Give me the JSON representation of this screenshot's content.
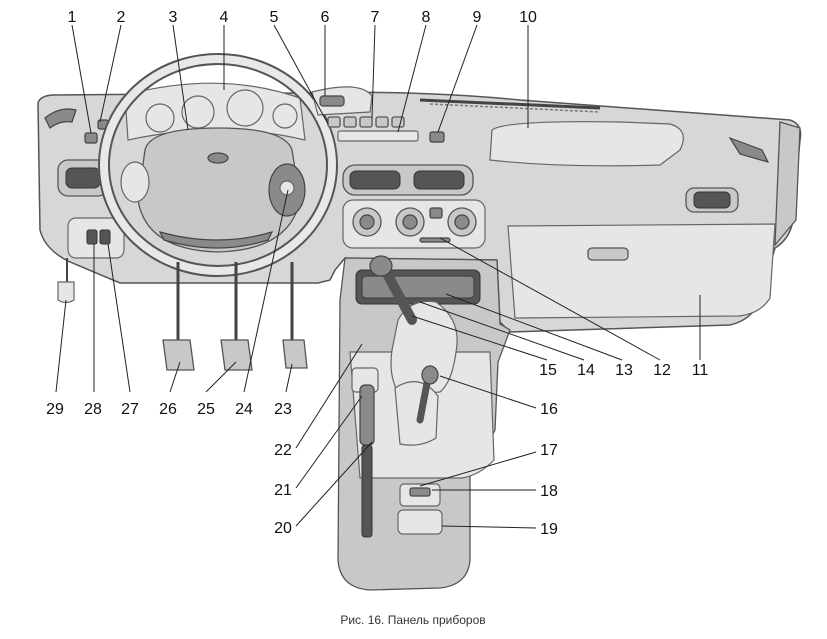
{
  "figure": {
    "caption": "Рис. 16. Панель приборов"
  },
  "callouts": [
    {
      "id": "c1",
      "label": "1"
    },
    {
      "id": "c2",
      "label": "2"
    },
    {
      "id": "c3",
      "label": "3"
    },
    {
      "id": "c4",
      "label": "4"
    },
    {
      "id": "c5",
      "label": "5"
    },
    {
      "id": "c6",
      "label": "6"
    },
    {
      "id": "c7",
      "label": "7"
    },
    {
      "id": "c8",
      "label": "8"
    },
    {
      "id": "c9",
      "label": "9"
    },
    {
      "id": "c10",
      "label": "10"
    },
    {
      "id": "c11",
      "label": "11"
    },
    {
      "id": "c12",
      "label": "12"
    },
    {
      "id": "c13",
      "label": "13"
    },
    {
      "id": "c14",
      "label": "14"
    },
    {
      "id": "c15",
      "label": "15"
    },
    {
      "id": "c16",
      "label": "16"
    },
    {
      "id": "c17",
      "label": "17"
    },
    {
      "id": "c18",
      "label": "18"
    },
    {
      "id": "c19",
      "label": "19"
    },
    {
      "id": "c20",
      "label": "20"
    },
    {
      "id": "c21",
      "label": "21"
    },
    {
      "id": "c22",
      "label": "22"
    },
    {
      "id": "c23",
      "label": "23"
    },
    {
      "id": "c24",
      "label": "24"
    },
    {
      "id": "c25",
      "label": "25"
    },
    {
      "id": "c26",
      "label": "26"
    },
    {
      "id": "c27",
      "label": "27"
    },
    {
      "id": "c28",
      "label": "28"
    },
    {
      "id": "c29",
      "label": "29"
    }
  ],
  "colors": {
    "panel": "#d7d7d7",
    "outline": "#555555",
    "vent": "#555555",
    "background": "#ffffff"
  }
}
